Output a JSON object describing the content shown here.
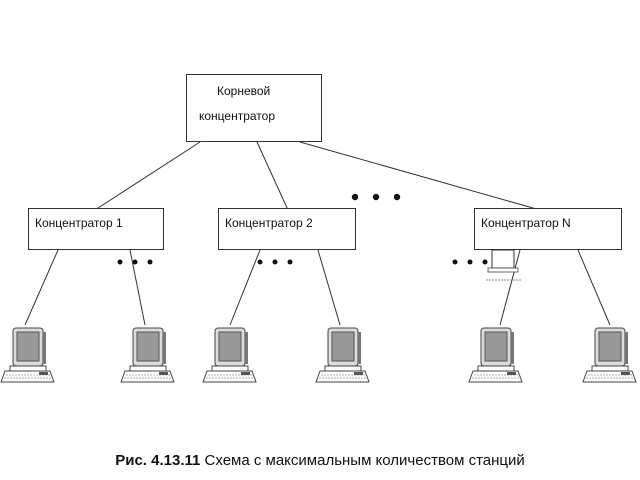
{
  "root_hub": {
    "line1": "Корневой",
    "line2": "концентратор"
  },
  "hubs": [
    {
      "label": "Концентратор 1"
    },
    {
      "label": "Концентратор 2"
    },
    {
      "label": "Концентратор N"
    }
  ],
  "caption": {
    "number": "Рис. 4.13.11",
    "text": "Схема с максимальным количеством станций"
  },
  "icons": {
    "station": "computer-icon",
    "small_station": "small-computer-icon",
    "ellipsis": "ellipsis-dots"
  },
  "colors": {
    "line": "#333333",
    "monitor_screen": "#999999",
    "monitor_frame": "#555555"
  }
}
